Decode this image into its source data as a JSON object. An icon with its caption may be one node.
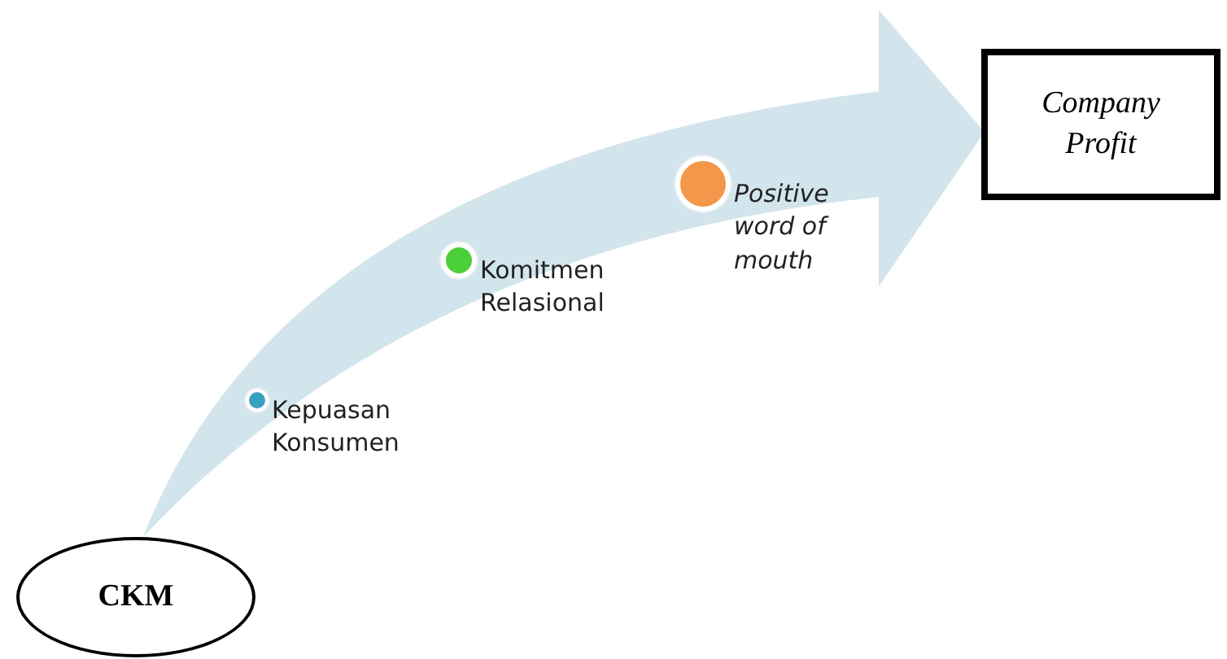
{
  "diagram": {
    "nodes": [
      {
        "text": [
          "CKM"
        ]
      },
      {
        "text": [
          "Kepuasan Konsumen"
        ]
      },
      {
        "text": [
          "Komitmen Relasional"
        ]
      },
      {
        "text": [
          "Positive word of mouth"
        ]
      },
      {
        "text": [
          "Company Profit"
        ]
      }
    ],
    "edges": [
      {
        "from": 0,
        "to": 4,
        "arrow": "to",
        "style": "thick",
        "color": "#d3e5ec"
      }
    ]
  }
}
